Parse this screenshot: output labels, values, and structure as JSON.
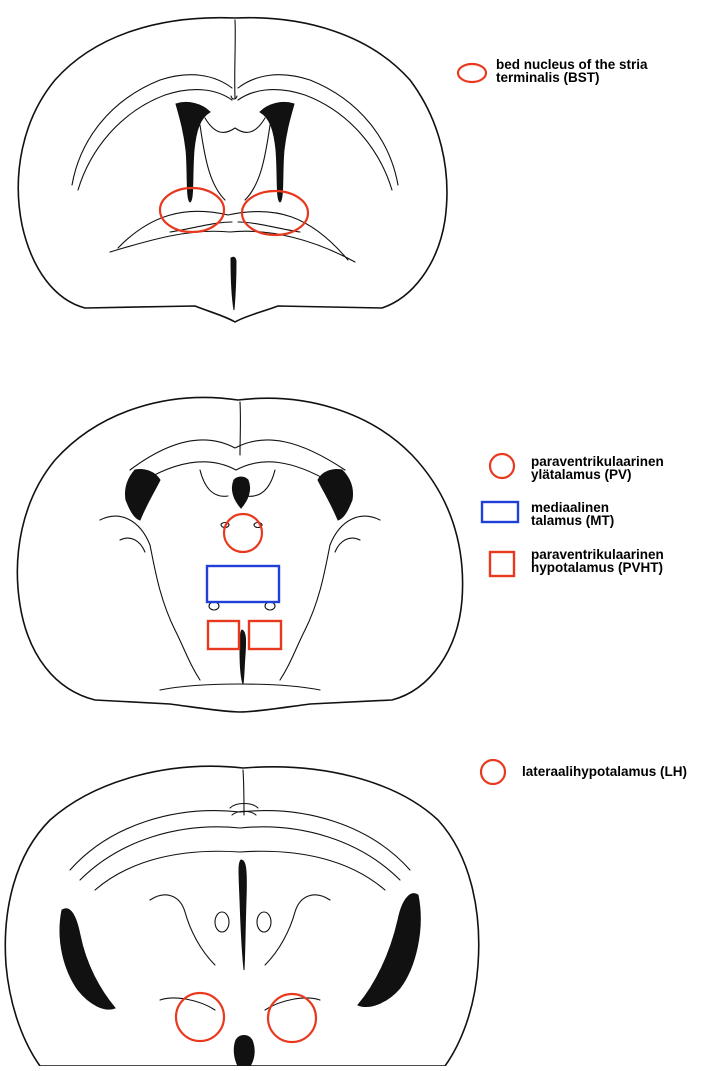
{
  "legend": {
    "bst": {
      "line1": "bed nucleus of the stria",
      "line2": "terminalis (BST)"
    },
    "pv": {
      "line1": "paraventrikulaarinen",
      "line2": "ylätalamus (PV)"
    },
    "mt": {
      "line1": "mediaalinen",
      "line2": "talamus (MT)"
    },
    "pvht": {
      "line1": "paraventrikulaarinen",
      "line2": "hypotalamus (PVHT)"
    },
    "lh": {
      "line1": "lateraalihypotalamus (LH)"
    }
  },
  "colors": {
    "red_marker": "#e8391f",
    "blue_marker": "#1f3fd6",
    "outline": "#111111"
  },
  "icons": {
    "bst": "red-ellipse-icon",
    "pv": "red-circle-icon",
    "mt": "blue-rectangle-icon",
    "pvht": "red-square-icon",
    "lh": "red-circle-icon"
  }
}
